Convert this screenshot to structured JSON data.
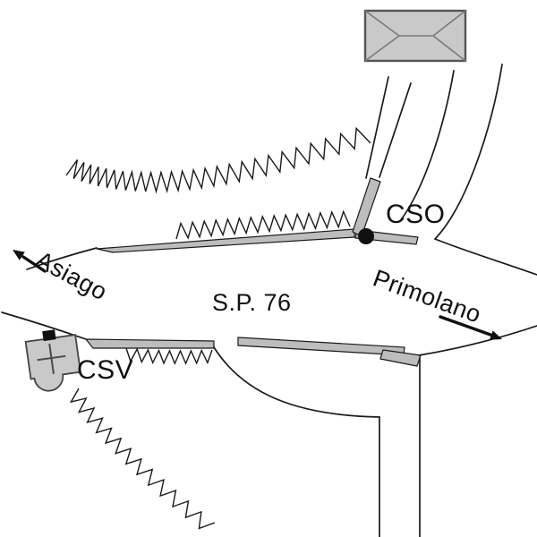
{
  "map": {
    "labels": {
      "road_name": "S.P. 76",
      "destination_left": "Asiago",
      "destination_right": "Primolano",
      "marker_cso": "CSO",
      "marker_csv": "CSV"
    },
    "colors": {
      "line": "#1a1a1a",
      "road_fill": "#bdbdbd",
      "building_fill": "#c9c9c9",
      "dot": "#111111",
      "background": "#ffffff"
    },
    "icons": [
      "building-footprint-icon",
      "church-icon",
      "location-dot-icon",
      "direction-arrow-left-icon",
      "direction-arrow-right-icon",
      "embankment-zigzag-icon"
    ]
  }
}
